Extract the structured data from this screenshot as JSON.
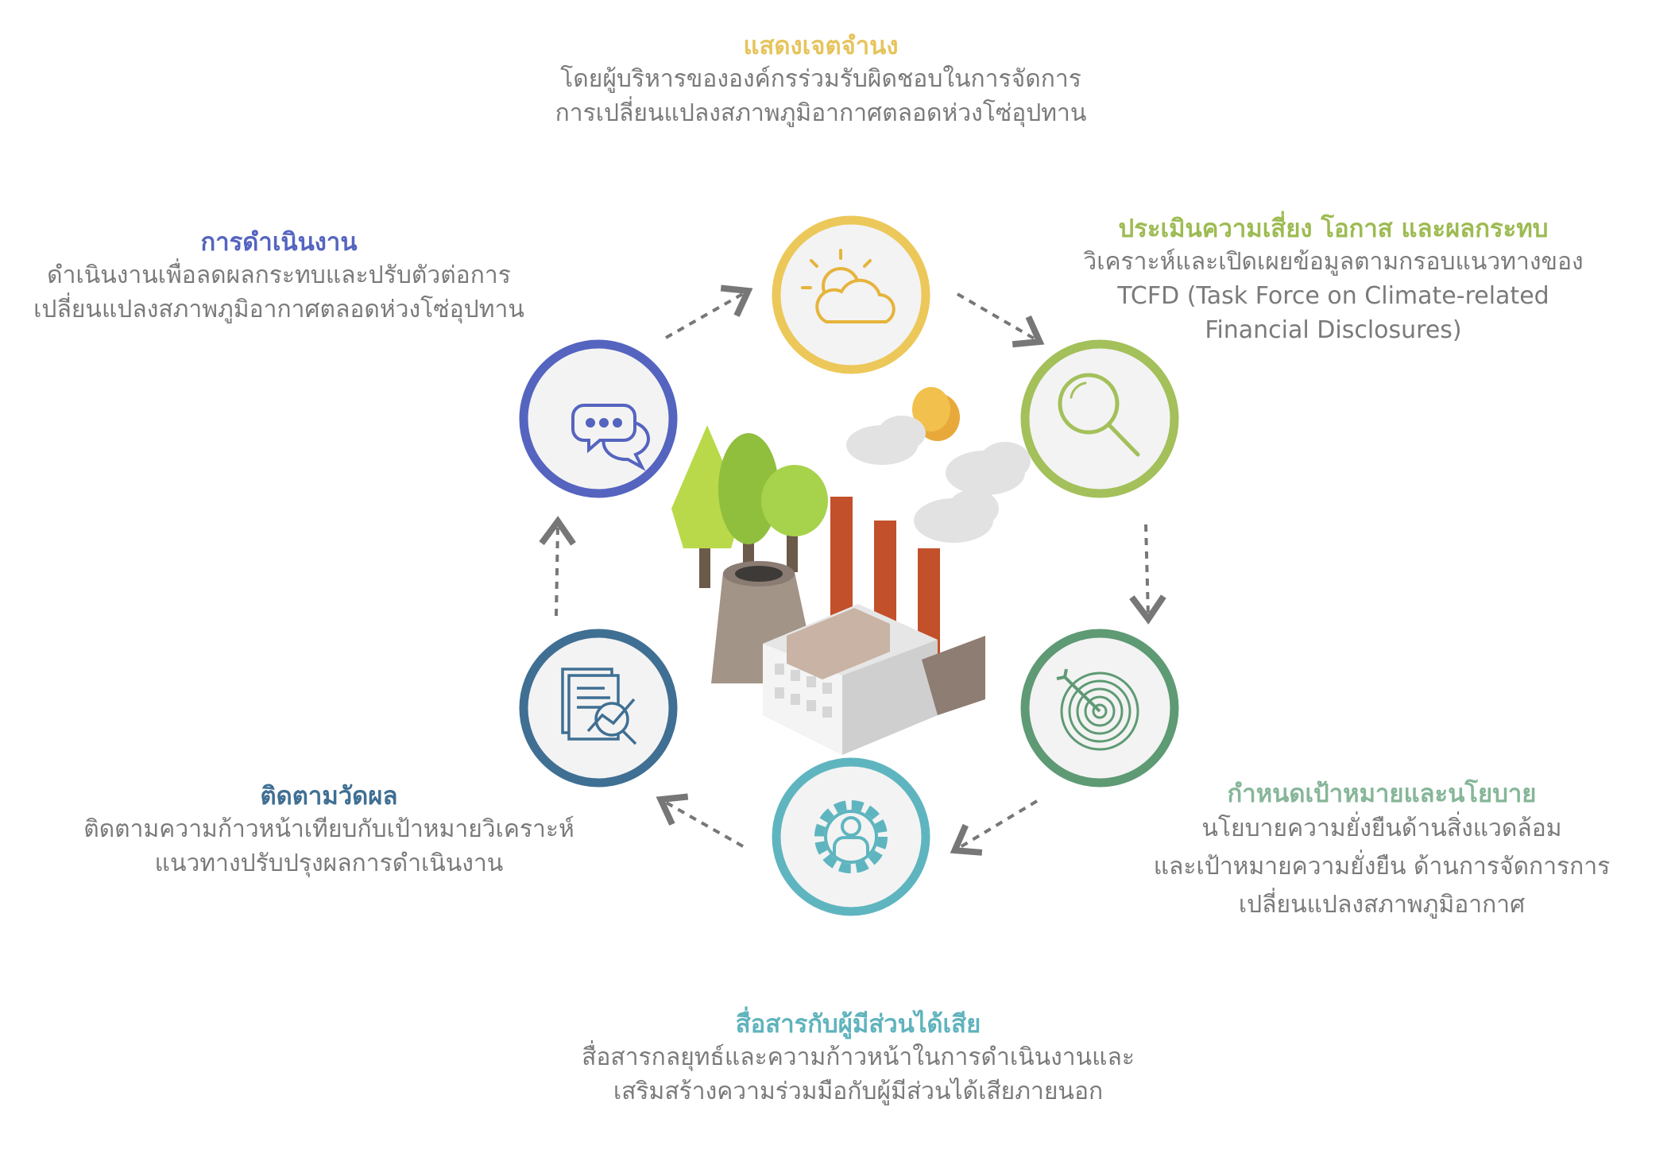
{
  "colors": {
    "governance": "#e6c45c",
    "risk": "#9dbb52",
    "targets": "#86b698",
    "engagement": "#5fb3bd",
    "monitoring": "#3f6f93",
    "operations": "#5564bf",
    "body_text": "#7a7a7a"
  },
  "steps": {
    "governance": {
      "title": "แสดงเจตจำนง",
      "lines": [
        "โดยผู้บริหารขององค์กรร่วมรับผิดชอบในการจัดการ",
        "การเปลี่ยนแปลงสภาพภูมิอากาศตลอดห่วงโซ่อุปทาน"
      ],
      "icon": "sun-cloud-icon"
    },
    "risk": {
      "title": "ประเมินความเสี่ยง โอกาส และผลกระทบ",
      "lines": [
        "วิเคราะห์และเปิดเผยข้อมูลตามกรอบแนวทางของ",
        "TCFD (Task Force on Climate-related",
        "Financial Disclosures)"
      ],
      "icon": "magnifier-icon"
    },
    "targets": {
      "title": "กำหนดเป้าหมายและนโยบาย",
      "lines": [
        "นโยบายความยั่งยืนด้านสิ่งแวดล้อม",
        "และเป้าหมายความยั่งยืน ด้านการจัดการการ",
        "เปลี่ยนแปลงสภาพภูมิอากาศ"
      ],
      "icon": "target-icon"
    },
    "engagement": {
      "title": "สื่อสารกับผู้มีส่วนได้เสีย",
      "lines": [
        "สื่อสารกลยุทธ์และความก้าวหน้าในการดำเนินงานและ",
        "เสริมสร้างความร่วมมือกับผู้มีส่วนได้เสียภายนอก"
      ],
      "icon": "gear-person-icon"
    },
    "monitoring": {
      "title": "ติดตามวัดผล",
      "lines": [
        "ติดตามความก้าวหน้าเทียบกับเป้าหมายวิเคราะห์",
        "แนวทางปรับปรุงผลการดำเนินงาน"
      ],
      "icon": "report-analysis-icon"
    },
    "operations": {
      "title": "การดำเนินงาน",
      "lines": [
        "ดำเนินงานเพื่อลดผลกระทบและปรับตัวต่อการ",
        "เปลี่ยนแปลงสภาพภูมิอากาศตลอดห่วงโซ่อุปทาน"
      ],
      "icon": "chat-bubbles-icon"
    }
  }
}
